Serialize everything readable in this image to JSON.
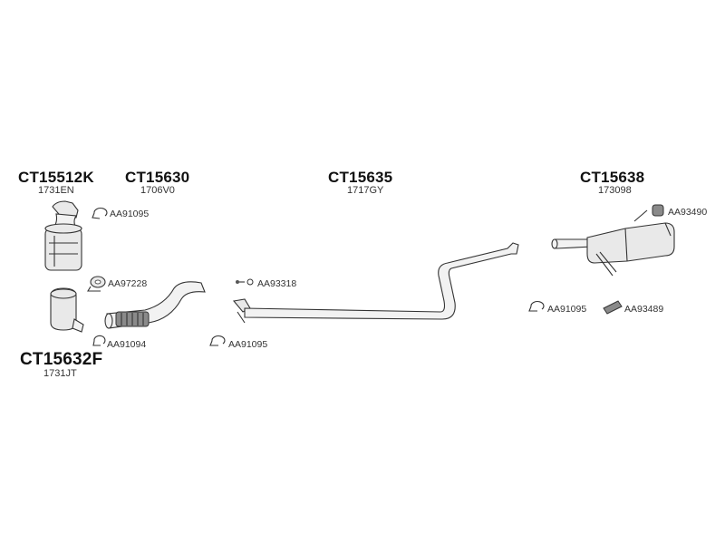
{
  "assemblies": [
    {
      "code": "CT15512K",
      "sub": "1731EN"
    },
    {
      "code": "CT15630",
      "sub": "1706V0"
    },
    {
      "code": "CT15635",
      "sub": "1717GY"
    },
    {
      "code": "CT15638",
      "sub": "173098"
    },
    {
      "code": "CT15632F",
      "sub": "1731JT"
    }
  ],
  "refs": {
    "r1": "AA91095",
    "r2": "AA97228",
    "r3": "AA91094",
    "r4": "AA93318",
    "r5": "AA91095",
    "r6": "AA93490",
    "r7": "AA91095",
    "r8": "AA93489"
  }
}
